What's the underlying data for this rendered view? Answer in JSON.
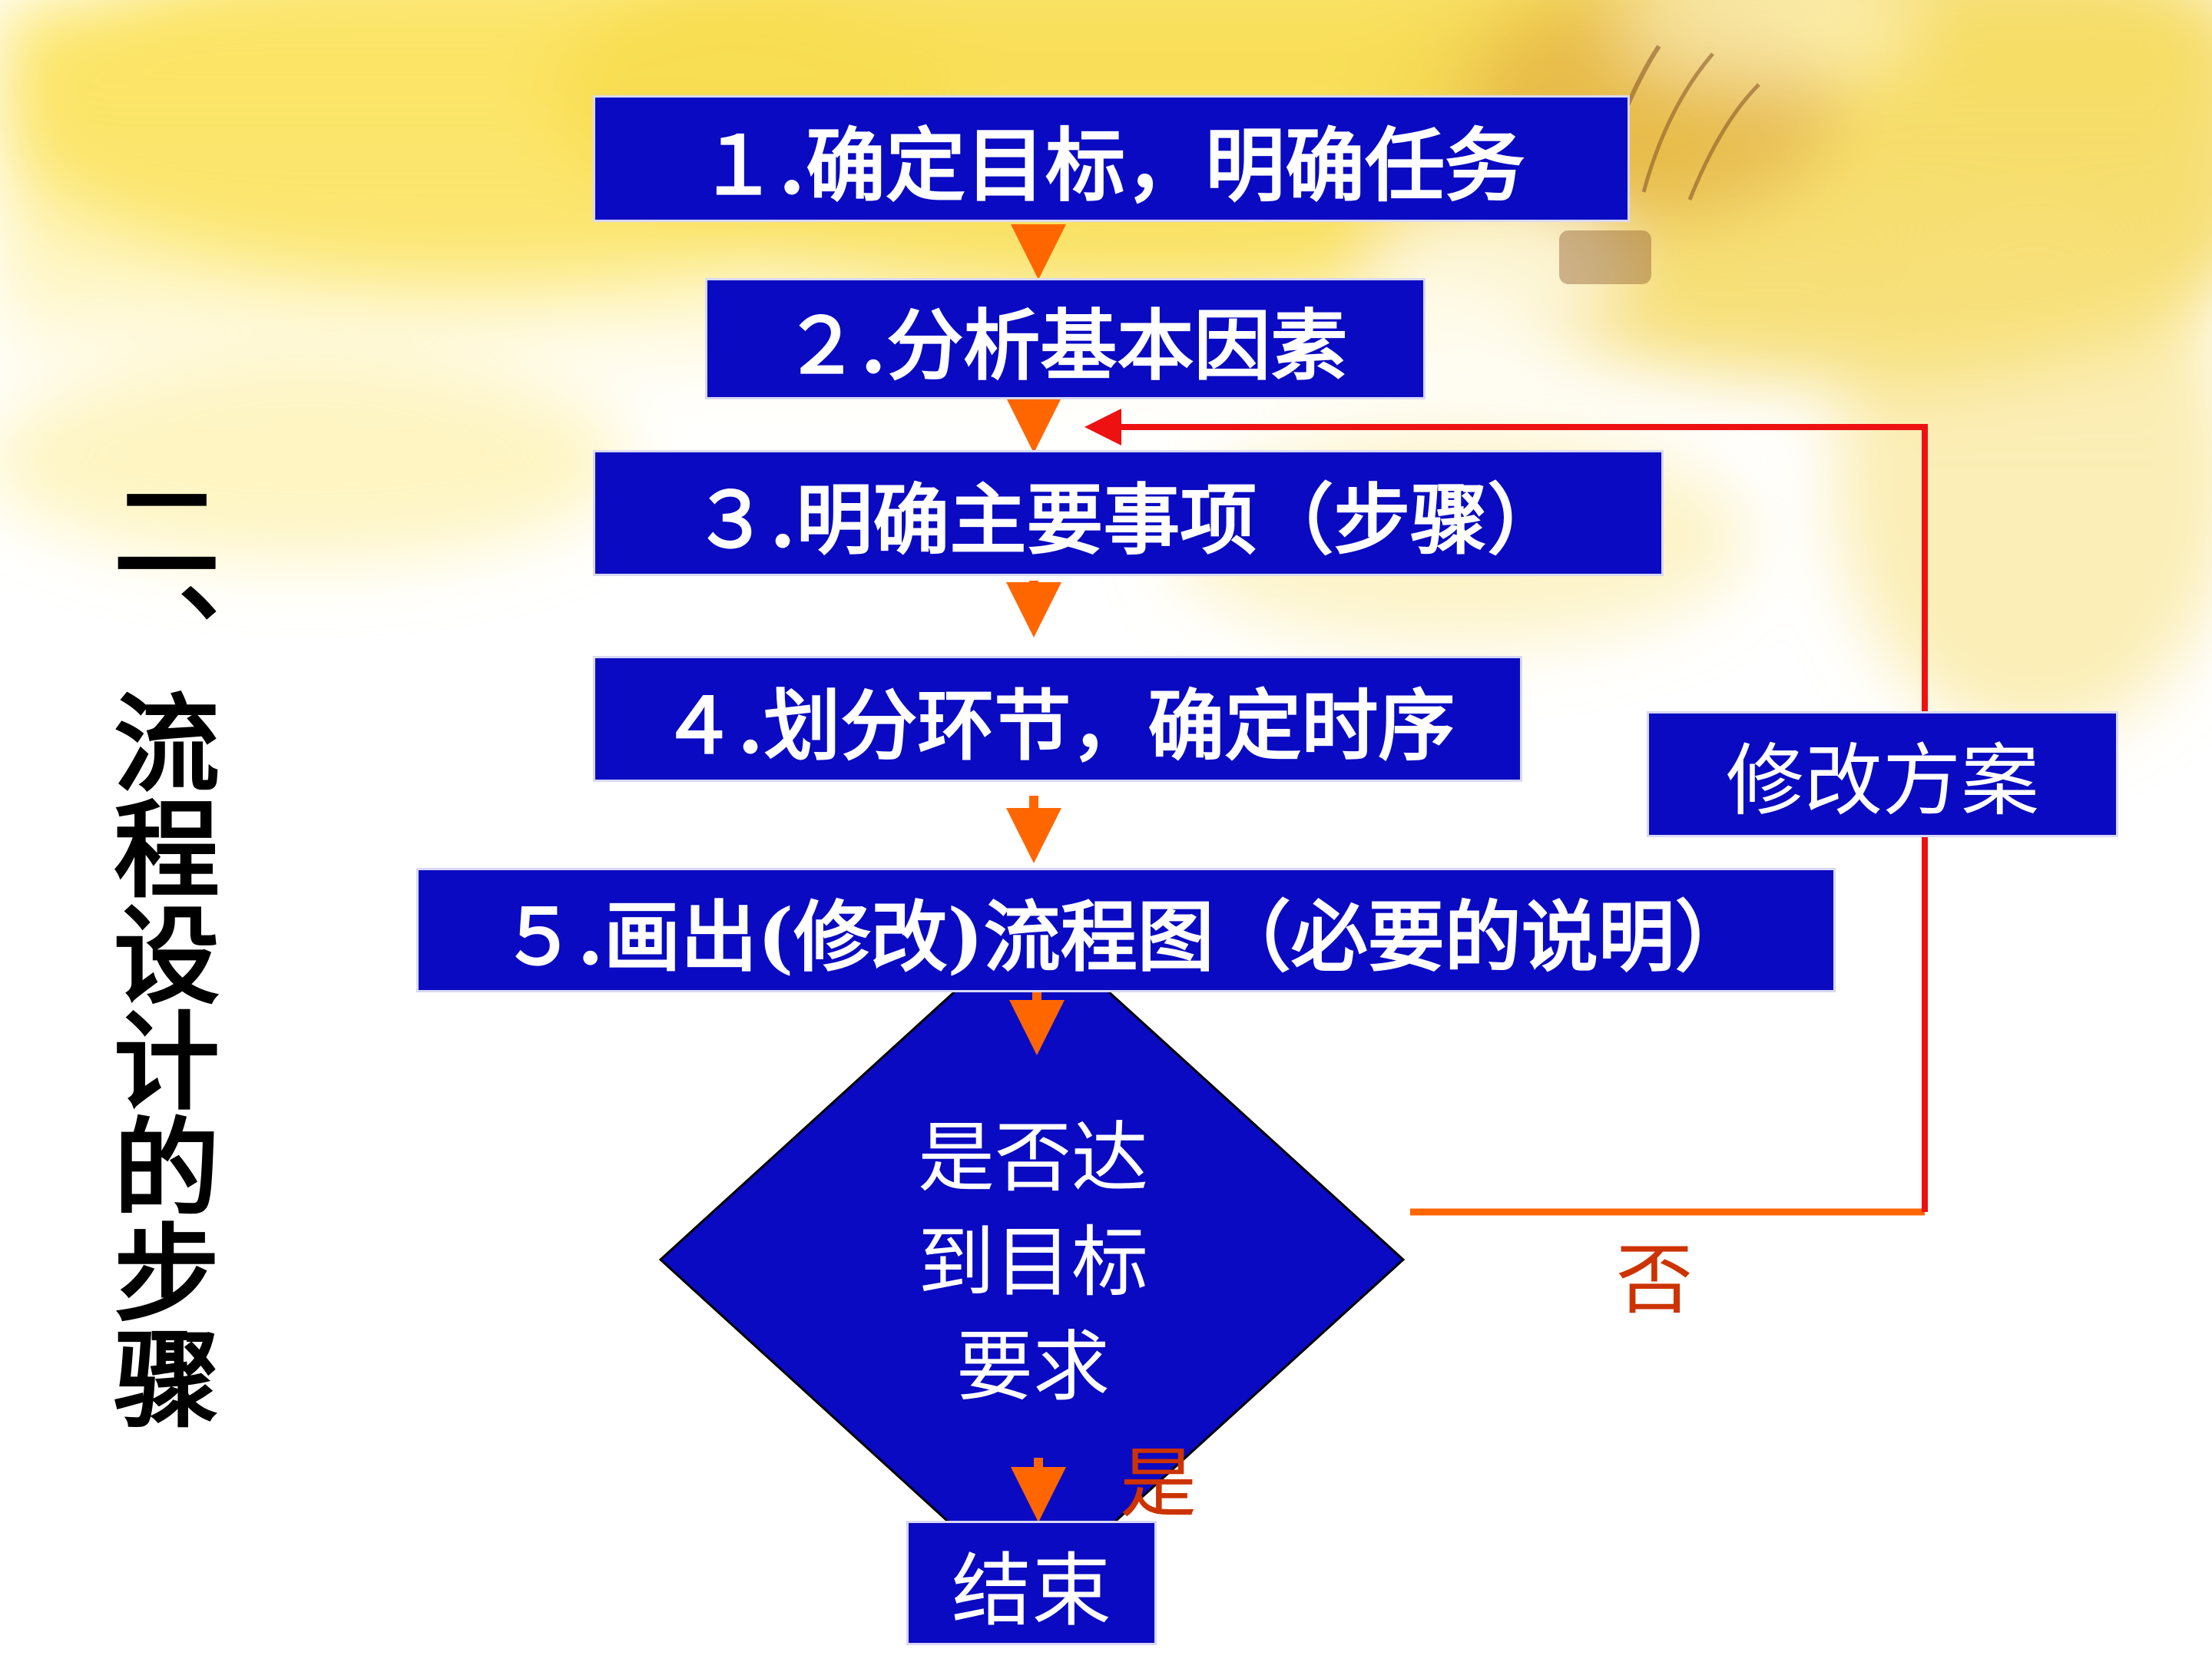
{
  "side_title": "二、流程设计的步骤",
  "steps": {
    "s1": "１.确定目标，明确任务",
    "s2": "２.分析基本因素",
    "s3": "３.明确主要事项（步骤）",
    "s4": "４.划分环节，确定时序",
    "s5": "５.画出(修改)流程图（必要的说明）"
  },
  "decision": "是否达\n到目标\n要求",
  "revise": "修改方案",
  "end": "结束",
  "labels": {
    "yes": "是",
    "no": "否"
  },
  "colors": {
    "box_fill": "#0a0ac2",
    "arrow_orange": "#ff6600",
    "loop_red": "#ee1111",
    "label_red": "#cc3300"
  }
}
